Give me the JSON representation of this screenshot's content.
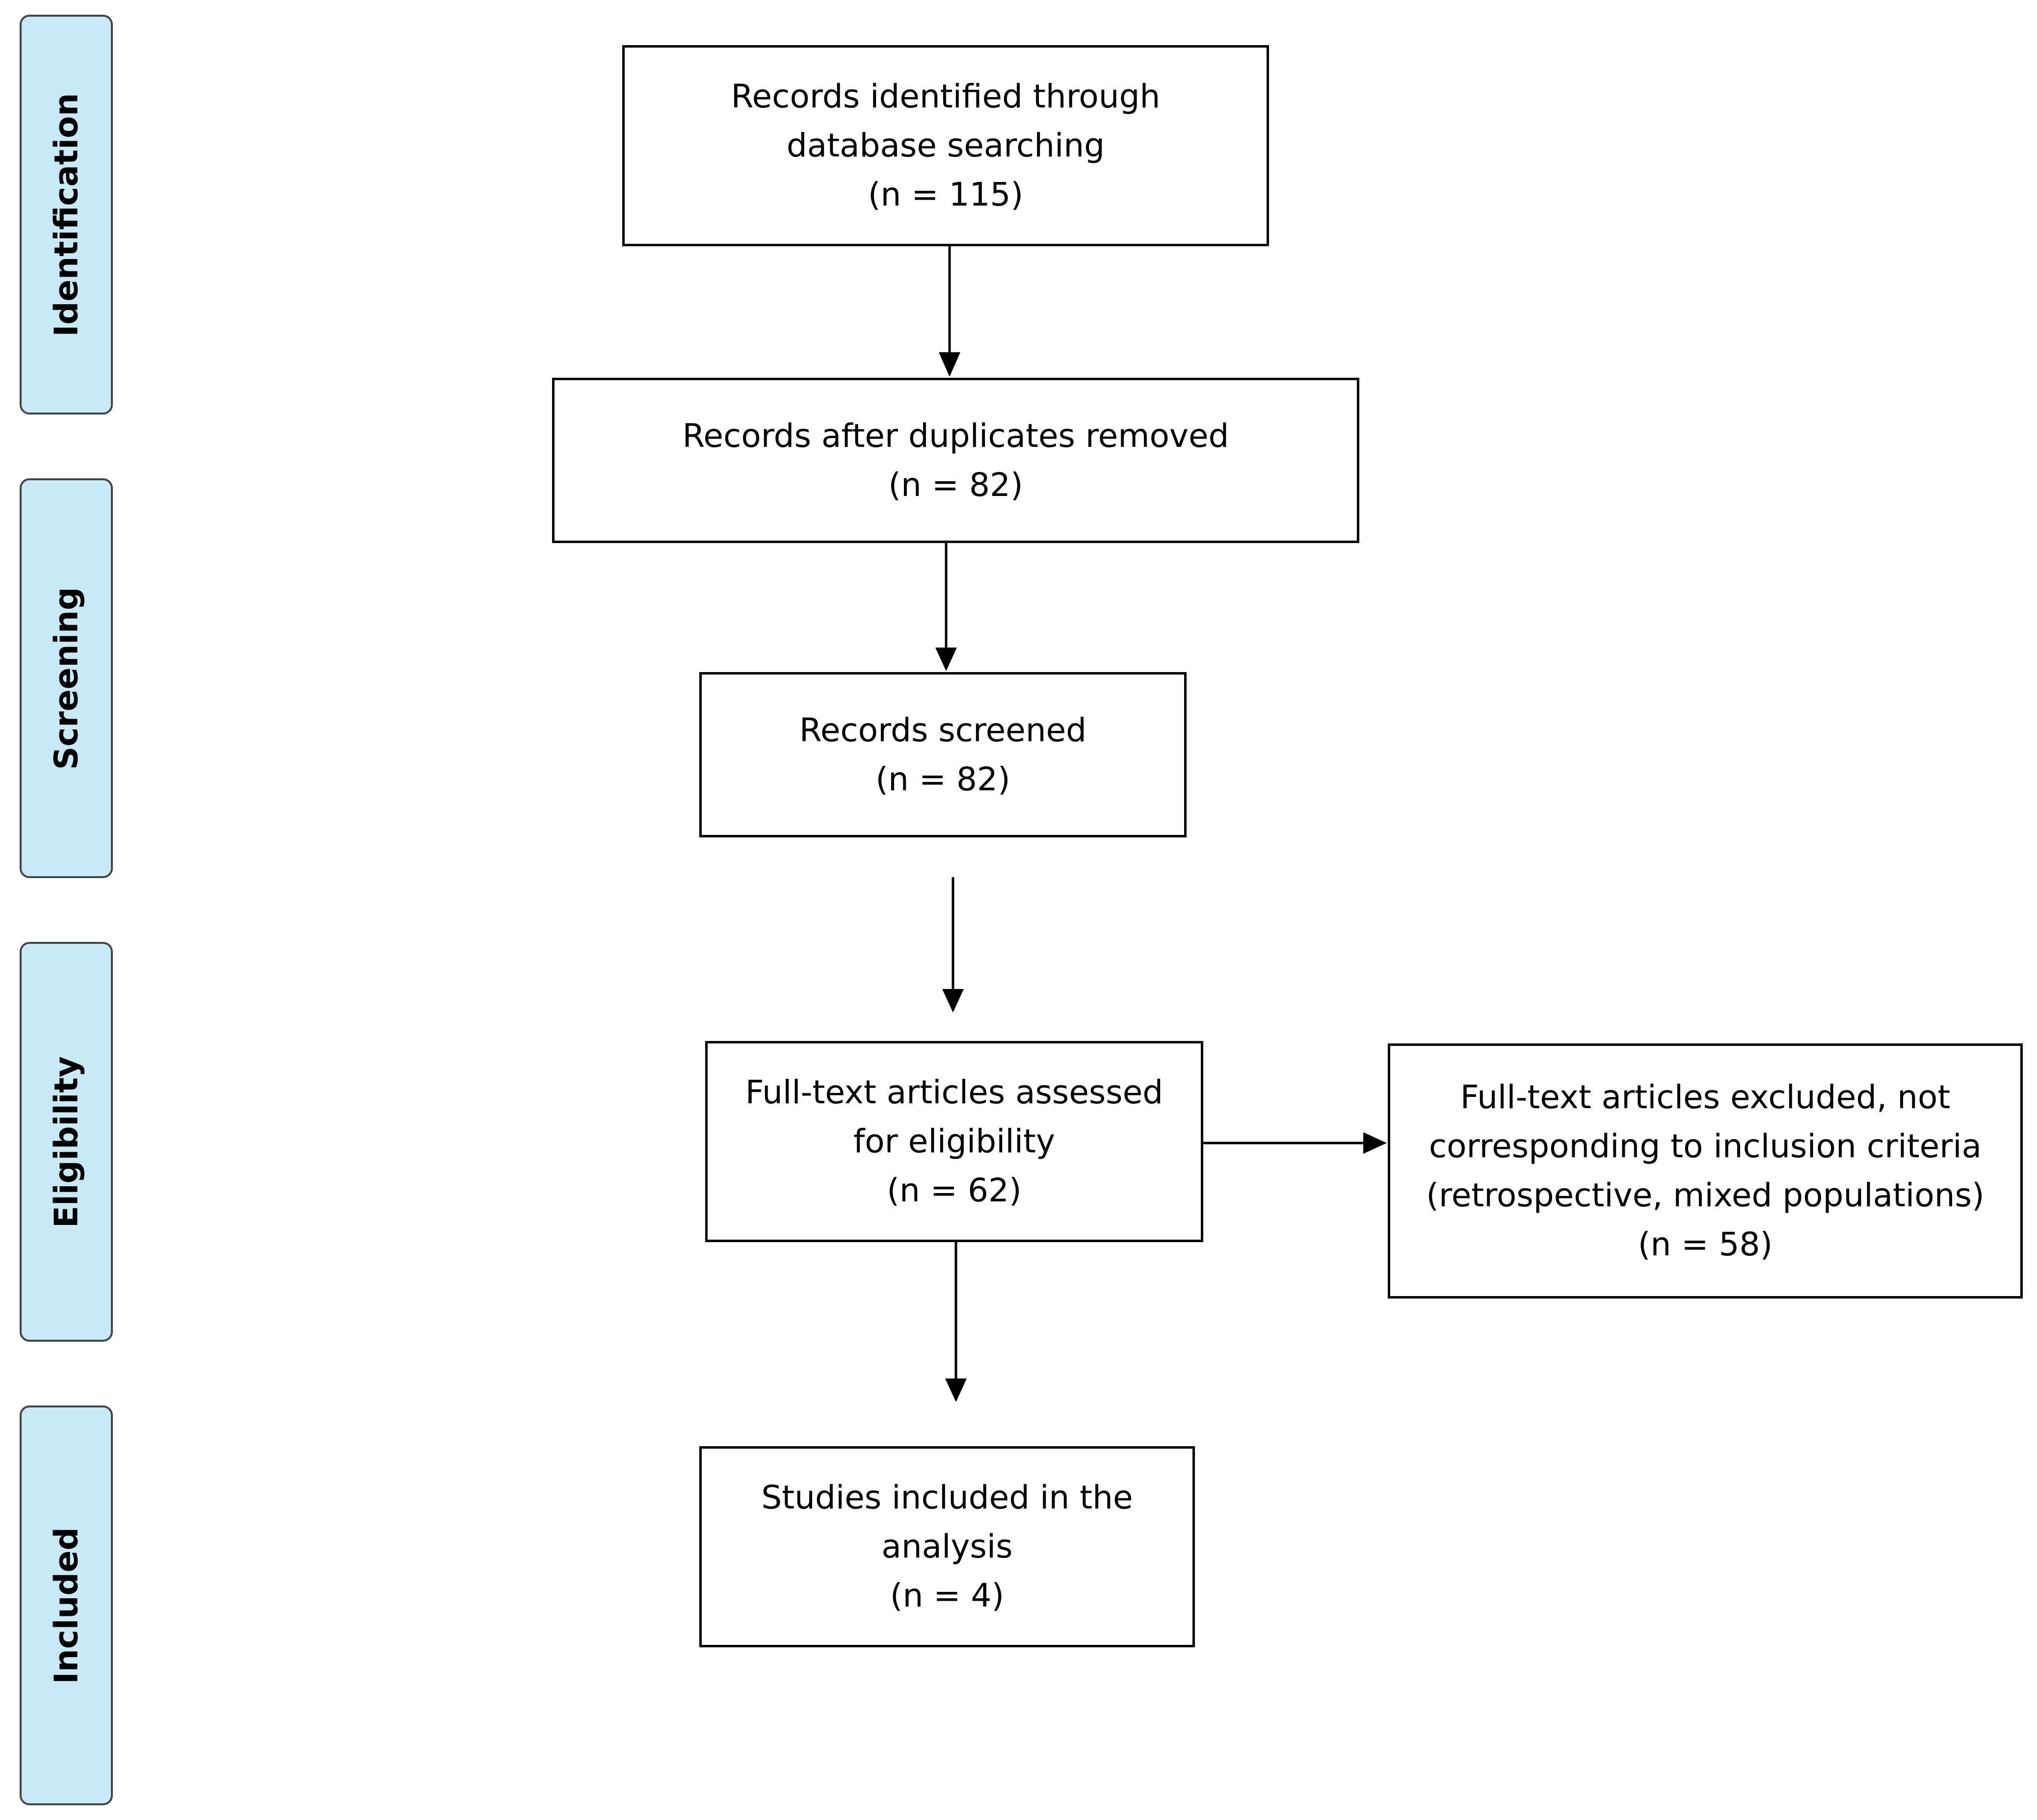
{
  "stages": [
    "Identification",
    "Screening",
    "Eligibility",
    "Included"
  ],
  "boxes": {
    "identified": {
      "lines": [
        "Records identified through",
        "database searching",
        "(n = 115)"
      ]
    },
    "duplicates": {
      "lines": [
        "Records after duplicates removed",
        "(n = 82)"
      ]
    },
    "screened": {
      "lines": [
        "Records screened",
        "(n = 82)"
      ]
    },
    "fulltext": {
      "lines": [
        "Full-text articles assessed",
        "for eligibility",
        "(n = 62)"
      ]
    },
    "excluded": {
      "lines": [
        "Full-text articles excluded, not",
        "corresponding to inclusion criteria",
        "(retrospective, mixed populations)",
        "(n = 58)"
      ]
    },
    "included": {
      "lines": [
        "Studies included in the",
        "analysis",
        "(n = 4)"
      ]
    }
  },
  "colors": {
    "stage_fill": "#c8eaf7",
    "stage_border": "#444444",
    "box_border": "#000000"
  }
}
